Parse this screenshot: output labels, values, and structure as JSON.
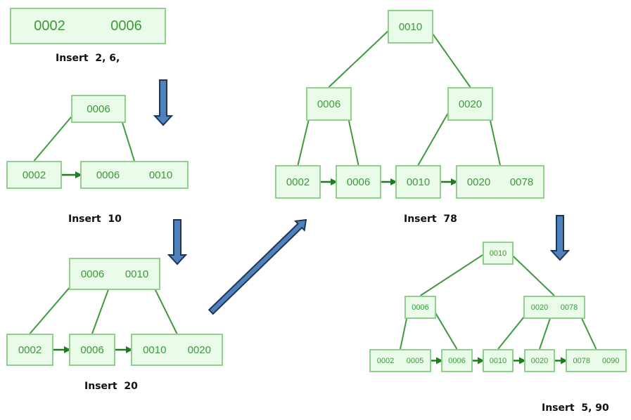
{
  "title": "B+ Tree Insertion Steps",
  "colors": {
    "node_fill": "#eafbe9",
    "node_border": "#8fd18c",
    "node_text": "#3a9a3a",
    "edge": "#3d9a3d",
    "leaf_link": "#1e7d1e",
    "step_arrow_fill": "#4f81bd",
    "step_arrow_stroke": "#1f3553",
    "caption": "#111111"
  },
  "steps": [
    {
      "caption": "Insert  2, 6,",
      "nodes": [
        {
          "id": "s1-root",
          "keys": [
            "0002",
            "0006"
          ],
          "role": "root-leaf"
        }
      ],
      "edges": [],
      "leaf_links": []
    },
    {
      "caption": "Insert  10",
      "nodes": [
        {
          "id": "s2-root",
          "keys": [
            "0006"
          ],
          "role": "root"
        },
        {
          "id": "s2-leaf1",
          "keys": [
            "0002"
          ],
          "role": "leaf"
        },
        {
          "id": "s2-leaf2",
          "keys": [
            "0006",
            "0010"
          ],
          "role": "leaf"
        }
      ],
      "edges": [
        [
          "s2-root",
          "s2-leaf1"
        ],
        [
          "s2-root",
          "s2-leaf2"
        ]
      ],
      "leaf_links": [
        [
          "s2-leaf1",
          "s2-leaf2"
        ]
      ]
    },
    {
      "caption": "Insert  20",
      "nodes": [
        {
          "id": "s3-root",
          "keys": [
            "0006",
            "0010"
          ],
          "role": "root"
        },
        {
          "id": "s3-leaf1",
          "keys": [
            "0002"
          ],
          "role": "leaf"
        },
        {
          "id": "s3-leaf2",
          "keys": [
            "0006"
          ],
          "role": "leaf"
        },
        {
          "id": "s3-leaf3",
          "keys": [
            "0010",
            "0020"
          ],
          "role": "leaf"
        }
      ],
      "edges": [
        [
          "s3-root",
          "s3-leaf1"
        ],
        [
          "s3-root",
          "s3-leaf2"
        ],
        [
          "s3-root",
          "s3-leaf3"
        ]
      ],
      "leaf_links": [
        [
          "s3-leaf1",
          "s3-leaf2"
        ],
        [
          "s3-leaf2",
          "s3-leaf3"
        ]
      ]
    },
    {
      "caption": "Insert  78",
      "nodes": [
        {
          "id": "s4-root",
          "keys": [
            "0010"
          ],
          "role": "root"
        },
        {
          "id": "s4-int1",
          "keys": [
            "0006"
          ],
          "role": "internal"
        },
        {
          "id": "s4-int2",
          "keys": [
            "0020"
          ],
          "role": "internal"
        },
        {
          "id": "s4-leaf1",
          "keys": [
            "0002"
          ],
          "role": "leaf"
        },
        {
          "id": "s4-leaf2",
          "keys": [
            "0006"
          ],
          "role": "leaf"
        },
        {
          "id": "s4-leaf3",
          "keys": [
            "0010"
          ],
          "role": "leaf"
        },
        {
          "id": "s4-leaf4",
          "keys": [
            "0020",
            "0078"
          ],
          "role": "leaf"
        }
      ],
      "edges": [
        [
          "s4-root",
          "s4-int1"
        ],
        [
          "s4-root",
          "s4-int2"
        ],
        [
          "s4-int1",
          "s4-leaf1"
        ],
        [
          "s4-int1",
          "s4-leaf2"
        ],
        [
          "s4-int2",
          "s4-leaf3"
        ],
        [
          "s4-int2",
          "s4-leaf4"
        ]
      ],
      "leaf_links": [
        [
          "s4-leaf1",
          "s4-leaf2"
        ],
        [
          "s4-leaf2",
          "s4-leaf3"
        ],
        [
          "s4-leaf3",
          "s4-leaf4"
        ]
      ]
    },
    {
      "caption": "Insert  5, 90",
      "nodes": [
        {
          "id": "s5-root",
          "keys": [
            "0010"
          ],
          "role": "root"
        },
        {
          "id": "s5-int1",
          "keys": [
            "0006"
          ],
          "role": "internal"
        },
        {
          "id": "s5-int2",
          "keys": [
            "0020",
            "0078"
          ],
          "role": "internal"
        },
        {
          "id": "s5-leaf1",
          "keys": [
            "0002",
            "0005"
          ],
          "role": "leaf"
        },
        {
          "id": "s5-leaf2",
          "keys": [
            "0006"
          ],
          "role": "leaf"
        },
        {
          "id": "s5-leaf3",
          "keys": [
            "0010"
          ],
          "role": "leaf"
        },
        {
          "id": "s5-leaf4",
          "keys": [
            "0020"
          ],
          "role": "leaf"
        },
        {
          "id": "s5-leaf5",
          "keys": [
            "0078",
            "0090"
          ],
          "role": "leaf"
        }
      ],
      "edges": [
        [
          "s5-root",
          "s5-int1"
        ],
        [
          "s5-root",
          "s5-int2"
        ],
        [
          "s5-int1",
          "s5-leaf1"
        ],
        [
          "s5-int1",
          "s5-leaf2"
        ],
        [
          "s5-int2",
          "s5-leaf3"
        ],
        [
          "s5-int2",
          "s5-leaf4"
        ],
        [
          "s5-int2",
          "s5-leaf5"
        ]
      ],
      "leaf_links": [
        [
          "s5-leaf1",
          "s5-leaf2"
        ],
        [
          "s5-leaf2",
          "s5-leaf3"
        ],
        [
          "s5-leaf3",
          "s5-leaf4"
        ],
        [
          "s5-leaf4",
          "s5-leaf5"
        ]
      ]
    }
  ],
  "step_arrows": [
    {
      "from_step": 1,
      "to_step": 2,
      "direction": "down"
    },
    {
      "from_step": 2,
      "to_step": 3,
      "direction": "down"
    },
    {
      "from_step": 3,
      "to_step": 4,
      "direction": "up-right"
    },
    {
      "from_step": 4,
      "to_step": 5,
      "direction": "down"
    }
  ]
}
